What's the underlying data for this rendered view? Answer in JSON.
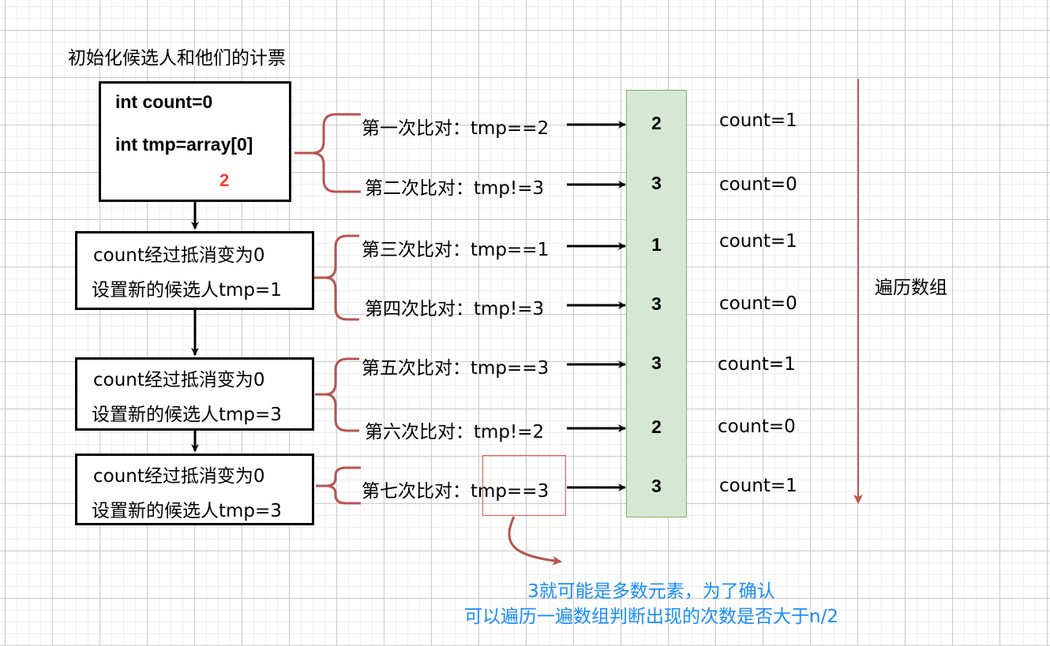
{
  "title": "初始化候选人和他们的计票",
  "init_box": {
    "line1": "int count=0",
    "line2": "int tmp=array[0]",
    "value": "2"
  },
  "state_boxes": [
    {
      "line1": "count经过抵消变为0",
      "line2": "设置新的候选人tmp=1"
    },
    {
      "line1": "count经过抵消变为0",
      "line2": "设置新的候选人tmp=3"
    },
    {
      "line1": "count经过抵消变为0",
      "line2": "设置新的候选人tmp=3"
    }
  ],
  "comparisons": [
    {
      "label": "第一次比对：tmp==2",
      "prefix": "第一次比对：",
      "expr": "tmp==2",
      "array_value": "2",
      "count": "count=1"
    },
    {
      "label": "第二次比对：tmp!=3",
      "prefix": "第二次比对：",
      "expr": "tmp!=3",
      "array_value": "3",
      "count": "count=0"
    },
    {
      "label": "第三次比对：tmp==1",
      "prefix": "第三次比对：",
      "expr": "tmp==1",
      "array_value": "1",
      "count": "count=1"
    },
    {
      "label": "第四次比对：tmp!=3",
      "prefix": "第四次比对：",
      "expr": "tmp!=3",
      "array_value": "3",
      "count": "count=0"
    },
    {
      "label": "第五次比对：tmp==3",
      "prefix": "第五次比对：",
      "expr": "tmp==3",
      "array_value": "3",
      "count": "count=1"
    },
    {
      "label": "第六次比对：tmp!=2",
      "prefix": "第六次比对：",
      "expr": "tmp!=2",
      "array_value": "2",
      "count": "count=0"
    },
    {
      "label": "第七次比对：tmp==3",
      "prefix": "第七次比对：",
      "expr": "tmp==3",
      "array_value": "3",
      "count": "count=1"
    }
  ],
  "traverse_label": "遍历数组",
  "note": {
    "line1": "3就可能是多数元素，为了确认",
    "line2": "可以遍历一遍数组判断出现的次数是否大于n/2"
  },
  "colors": {
    "brace": "#b85450",
    "array_fill": "#d5e8d4",
    "array_border": "#82b366",
    "highlight": "#ff4d4d",
    "note_text": "#1a8cff",
    "init_value": "#ff3333"
  }
}
